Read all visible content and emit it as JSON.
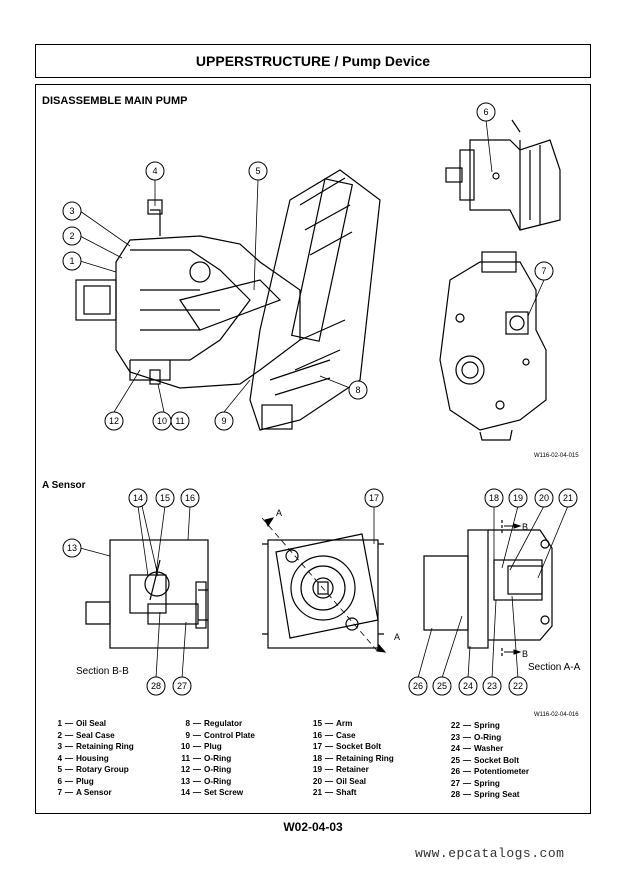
{
  "page_title": "UPPERSTRUCTURE / Pump Device",
  "section_title": "DISASSEMBLE MAIN PUMP",
  "figure_code_top": "W116-02-04-015",
  "a_sensor_title": "A Sensor",
  "figure_code_bottom": "W116-02-04-016",
  "section_bb": "Section B-B",
  "section_aa": "Section A-A",
  "label_a": "A",
  "label_b": "B",
  "legend": {
    "col1": [
      {
        "num": "1",
        "text": "Oil Seal"
      },
      {
        "num": "2",
        "text": "Seal Case"
      },
      {
        "num": "3",
        "text": "Retaining Ring"
      },
      {
        "num": "4",
        "text": "Housing"
      },
      {
        "num": "5",
        "text": "Rotary Group"
      },
      {
        "num": "6",
        "text": "Plug"
      },
      {
        "num": "7",
        "text": "A Sensor"
      }
    ],
    "col2": [
      {
        "num": "8",
        "text": "Regulator"
      },
      {
        "num": "9",
        "text": "Control Plate"
      },
      {
        "num": "10",
        "text": "Plug"
      },
      {
        "num": "11",
        "text": "O-Ring"
      },
      {
        "num": "12",
        "text": "O-Ring"
      },
      {
        "num": "13",
        "text": "O-Ring"
      },
      {
        "num": "14",
        "text": "Set Screw"
      }
    ],
    "col3": [
      {
        "num": "15",
        "text": "Arm"
      },
      {
        "num": "16",
        "text": "Case"
      },
      {
        "num": "17",
        "text": "Socket Bolt"
      },
      {
        "num": "18",
        "text": "Retaining Ring"
      },
      {
        "num": "19",
        "text": "Retainer"
      },
      {
        "num": "20",
        "text": "Oil Seal"
      },
      {
        "num": "21",
        "text": "Shaft"
      }
    ],
    "col4": [
      {
        "num": "22",
        "text": "Spring"
      },
      {
        "num": "23",
        "text": "O-Ring"
      },
      {
        "num": "24",
        "text": "Washer"
      },
      {
        "num": "25",
        "text": "Socket Bolt"
      },
      {
        "num": "26",
        "text": "Potentiometer"
      },
      {
        "num": "27",
        "text": "Spring"
      },
      {
        "num": "28",
        "text": "Spring Seat"
      }
    ]
  },
  "page_number": "W02-04-03",
  "watermark": "www.epcatalogs.com",
  "callouts": [
    "1",
    "2",
    "3",
    "4",
    "5",
    "6",
    "7",
    "8",
    "9",
    "10",
    "11",
    "12",
    "13",
    "14",
    "15",
    "16",
    "17",
    "18",
    "19",
    "20",
    "21",
    "22",
    "23",
    "24",
    "25",
    "26",
    "27",
    "28"
  ]
}
